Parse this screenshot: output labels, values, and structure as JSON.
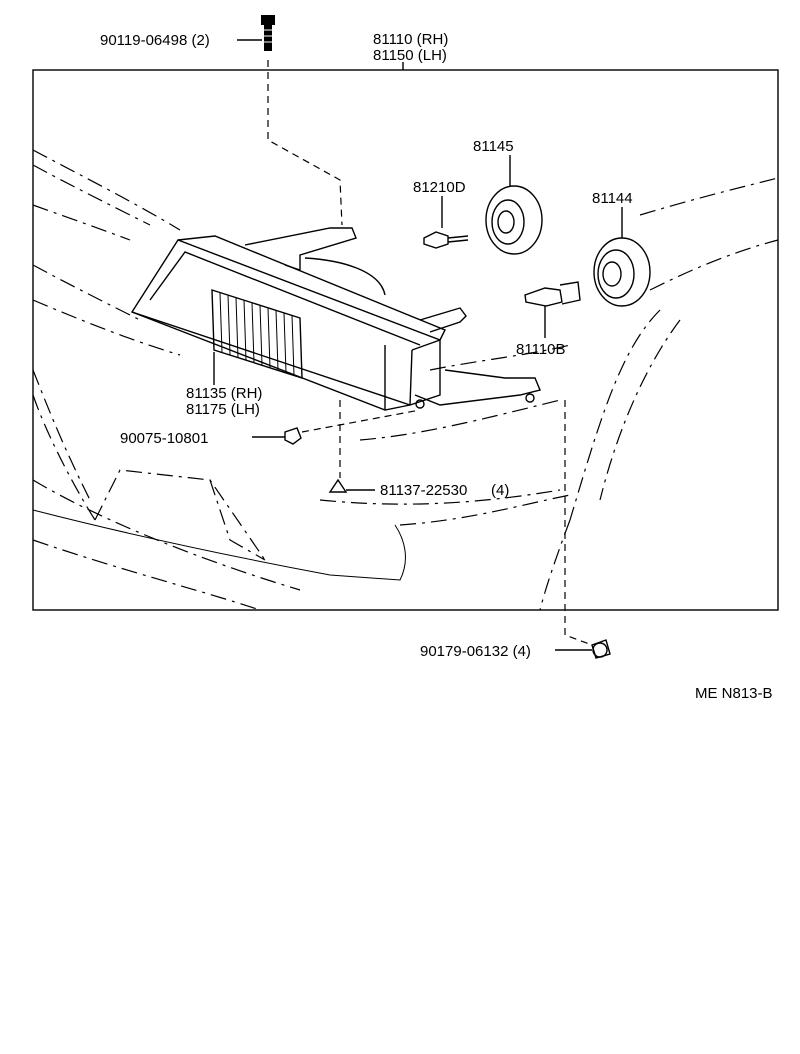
{
  "diagram": {
    "title_rh": "81110 (RH)",
    "title_lh": "81150 (LH)",
    "bolt": "90119-06498 (2)",
    "bulb_socket_small": "81145",
    "bulb_small": "81210D",
    "bulb_socket_large": "81144",
    "bulb_large": "81110B",
    "lens_rh": "81135 (RH)",
    "lens_lh": "81175 (LH)",
    "nut": "90075-10801",
    "clip": "81137-22530",
    "clip_qty": "(4)",
    "screw": "90179-06132 (4)",
    "ref_code": "ME N813-B"
  }
}
